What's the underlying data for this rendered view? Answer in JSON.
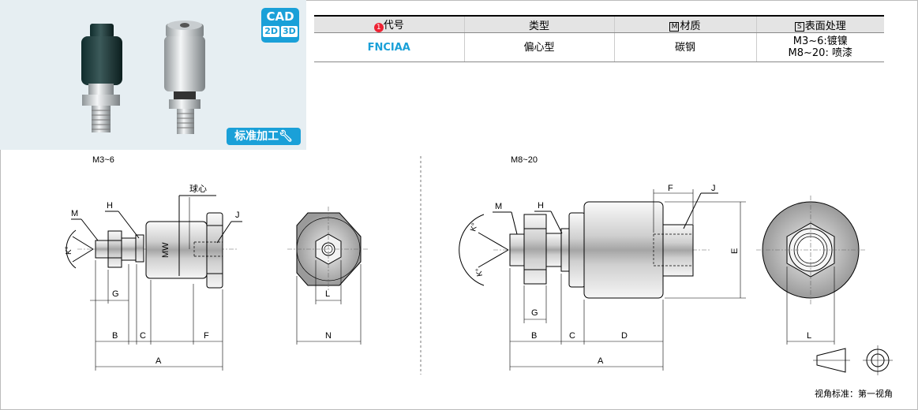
{
  "badges": {
    "cad": "CAD",
    "cad_2d": "2D",
    "cad_3d": "3D",
    "standard": "标准加工"
  },
  "table": {
    "headers": [
      "代号",
      "类型",
      "材质",
      "表面处理"
    ],
    "header_marks": [
      "1",
      "",
      "M",
      "S"
    ],
    "row": {
      "code": "FNCIAA",
      "type": "偏心型",
      "material": "碳钢",
      "surface_line1": "M3~6:镀镍",
      "surface_line2": "M8~20: 喷漆"
    }
  },
  "drawing_left": {
    "title": "M3~6",
    "labels": {
      "M": "M",
      "H": "H",
      "K": "K°",
      "ball": "球心",
      "MW": "MW",
      "J": "J",
      "G": "G",
      "B": "B",
      "C": "C",
      "F": "F",
      "A": "A",
      "L": "L",
      "N": "N"
    }
  },
  "drawing_right": {
    "title": "M8~20",
    "labels": {
      "M": "M",
      "H": "H",
      "K1": "K°",
      "K2": "K°",
      "F": "F",
      "J": "J",
      "E": "E",
      "G": "G",
      "B": "B",
      "C": "C",
      "D": "D",
      "A": "A",
      "L": "L"
    }
  },
  "footer": {
    "projection": "视角标准：第一视角"
  }
}
